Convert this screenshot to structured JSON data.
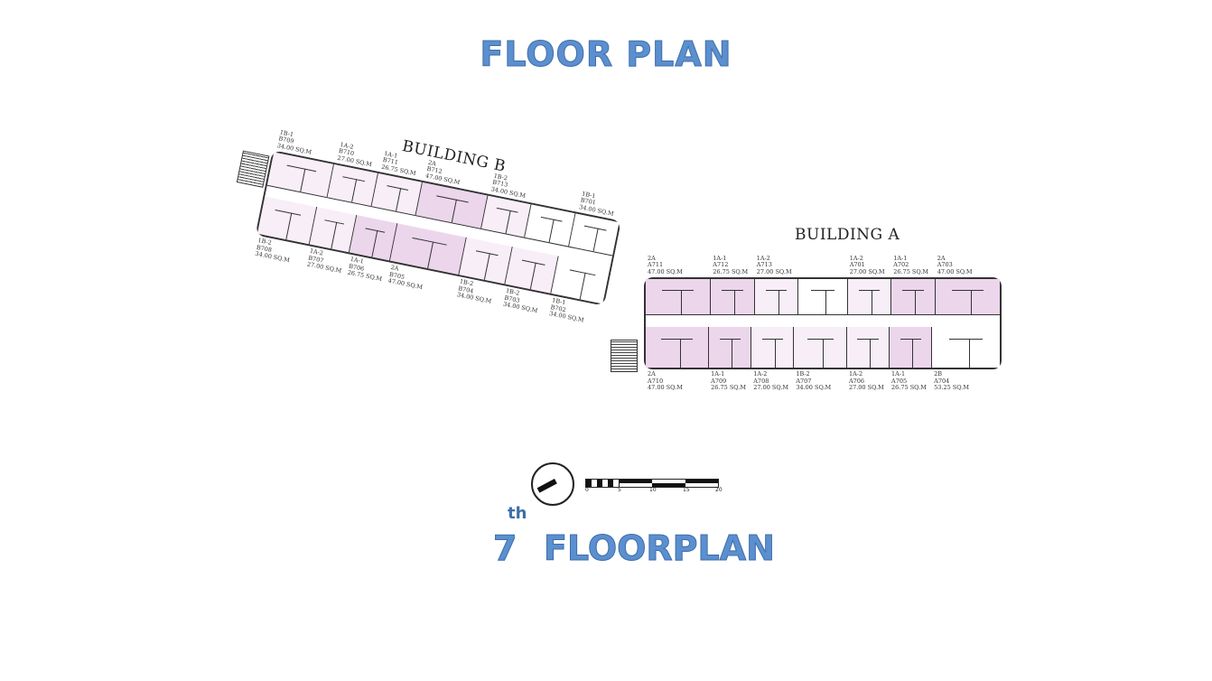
{
  "header": {
    "title": "FLOOR PLAN"
  },
  "building_b": {
    "name": "BUILDING B",
    "top": [
      {
        "type": "1B-1",
        "unit": "B709",
        "area": "34.00 SQ.M",
        "shade": "lt",
        "grow": 11
      },
      {
        "type": "1A-2",
        "unit": "B710",
        "area": "27.00 SQ.M",
        "shade": "lt",
        "grow": 8
      },
      {
        "type": "1A-1",
        "unit": "B711",
        "area": "26.75 SQ.M",
        "shade": "lt",
        "grow": 8
      },
      {
        "type": "2A",
        "unit": "B712",
        "area": "47.00 SQ.M",
        "shade": "hl",
        "grow": 12
      },
      {
        "type": "1B-2",
        "unit": "B713",
        "area": "34.00 SQ.M",
        "shade": "lt",
        "grow": 8
      },
      {
        "type": "",
        "unit": "",
        "area": "",
        "shade": "core",
        "grow": 8
      },
      {
        "type": "1B-1",
        "unit": "B701",
        "area": "34.00 SQ.M",
        "shade": "",
        "grow": 8
      }
    ],
    "bottom": [
      {
        "type": "1B-2",
        "unit": "B708",
        "area": "34.00 SQ.M",
        "shade": "lt",
        "grow": 9
      },
      {
        "type": "1A-2",
        "unit": "B707",
        "area": "27.00 SQ.M",
        "shade": "lt",
        "grow": 7
      },
      {
        "type": "1A-1",
        "unit": "B706",
        "area": "26.75 SQ.M",
        "shade": "hl",
        "grow": 7
      },
      {
        "type": "2A",
        "unit": "B705",
        "area": "47.00 SQ.M",
        "shade": "hl",
        "grow": 12
      },
      {
        "type": "1B-2",
        "unit": "B704",
        "area": "34.00 SQ.M",
        "shade": "lt",
        "grow": 8
      },
      {
        "type": "1B-2",
        "unit": "B703",
        "area": "34.00 SQ.M",
        "shade": "lt",
        "grow": 8
      },
      {
        "type": "1B-1",
        "unit": "B702",
        "area": "34.00 SQ.M",
        "shade": "",
        "grow": 9
      }
    ]
  },
  "building_a": {
    "name": "BUILDING A",
    "top": [
      {
        "type": "2A",
        "unit": "A711",
        "area": "47.00 SQ.M",
        "shade": "hl",
        "grow": 12
      },
      {
        "type": "1A-1",
        "unit": "A712",
        "area": "26.75 SQ.M",
        "shade": "hl",
        "grow": 8
      },
      {
        "type": "1A-2",
        "unit": "A713",
        "area": "27.00 SQ.M",
        "shade": "lt",
        "grow": 8
      },
      {
        "type": "",
        "unit": "",
        "area": "",
        "shade": "core",
        "grow": 9
      },
      {
        "type": "1A-2",
        "unit": "A701",
        "area": "27.00 SQ.M",
        "shade": "lt",
        "grow": 8
      },
      {
        "type": "1A-1",
        "unit": "A702",
        "area": "26.75 SQ.M",
        "shade": "hl",
        "grow": 8
      },
      {
        "type": "2A",
        "unit": "A703",
        "area": "47.00 SQ.M",
        "shade": "hl",
        "grow": 12
      }
    ],
    "bottom": [
      {
        "type": "2A",
        "unit": "A710",
        "area": "47.00 SQ.M",
        "shade": "hl",
        "grow": 12
      },
      {
        "type": "1A-1",
        "unit": "A709",
        "area": "26.75 SQ.M",
        "shade": "hl",
        "grow": 8
      },
      {
        "type": "1A-2",
        "unit": "A708",
        "area": "27.00 SQ.M",
        "shade": "lt",
        "grow": 8
      },
      {
        "type": "1B-2",
        "unit": "A707",
        "area": "34.00 SQ.M",
        "shade": "lt",
        "grow": 10
      },
      {
        "type": "1A-2",
        "unit": "A706",
        "area": "27.00 SQ.M",
        "shade": "lt",
        "grow": 8
      },
      {
        "type": "1A-1",
        "unit": "A705",
        "area": "26.75 SQ.M",
        "shade": "hl",
        "grow": 8
      },
      {
        "type": "2B",
        "unit": "A704",
        "area": "53.25 SQ.M",
        "shade": "",
        "grow": 13
      }
    ]
  },
  "scale_bar": {
    "ticks": [
      "0",
      "5",
      "10",
      "15",
      "20"
    ]
  },
  "footer": {
    "floor_number": "7",
    "suffix": "th",
    "title": "FLOORPLAN"
  }
}
